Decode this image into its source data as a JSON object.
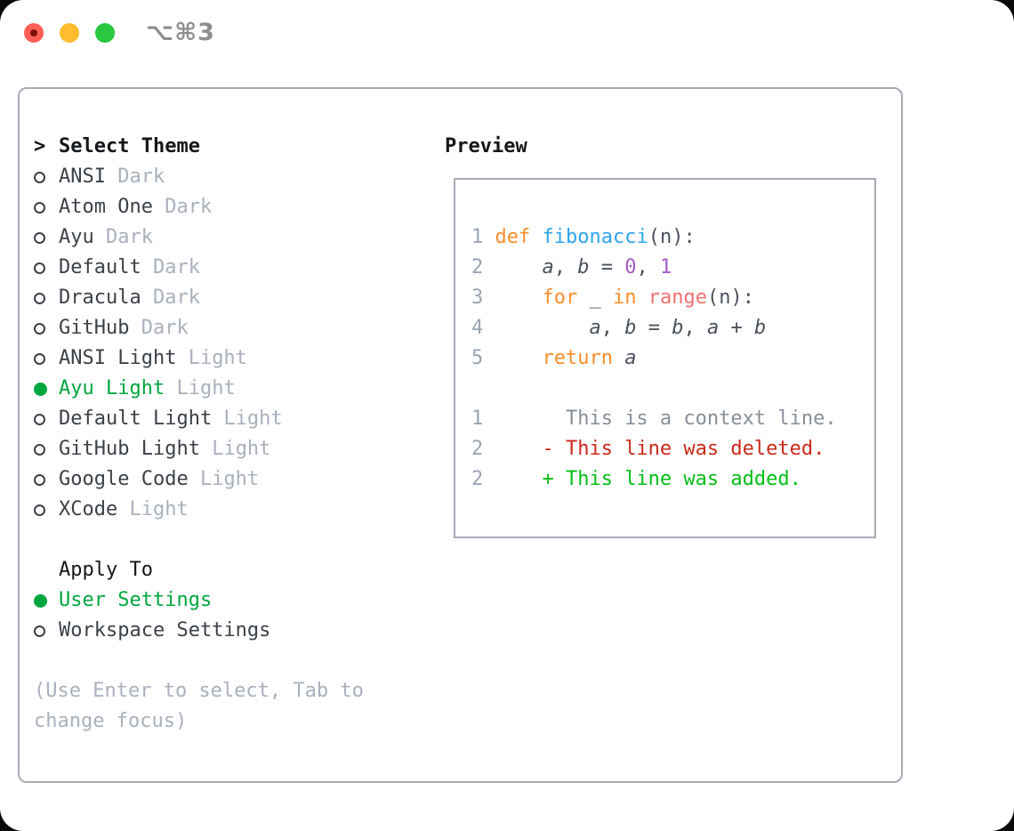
{
  "window": {
    "title_shortcut": "⌥⌘3",
    "traffic_lights": [
      {
        "name": "close",
        "color": "#ff5f57",
        "dot_color": "#7d100a"
      },
      {
        "name": "minimize",
        "color": "#febc2e",
        "dot_color": ""
      },
      {
        "name": "zoom",
        "color": "#28c840",
        "dot_color": ""
      }
    ]
  },
  "theme_panel": {
    "header": {
      "cursor": ">",
      "title": "Select Theme"
    },
    "themes": [
      {
        "name": "ANSI",
        "variant": "Dark",
        "selected": false
      },
      {
        "name": "Atom One",
        "variant": "Dark",
        "selected": false
      },
      {
        "name": "Ayu",
        "variant": "Dark",
        "selected": false
      },
      {
        "name": "Default",
        "variant": "Dark",
        "selected": false
      },
      {
        "name": "Dracula",
        "variant": "Dark",
        "selected": false
      },
      {
        "name": "GitHub",
        "variant": "Dark",
        "selected": false
      },
      {
        "name": "ANSI Light",
        "variant": "Light",
        "selected": false
      },
      {
        "name": "Ayu Light",
        "variant": "Light",
        "selected": true
      },
      {
        "name": "Default Light",
        "variant": "Light",
        "selected": false
      },
      {
        "name": "GitHub Light",
        "variant": "Light",
        "selected": false
      },
      {
        "name": "Google Code",
        "variant": "Light",
        "selected": false
      },
      {
        "name": "XCode",
        "variant": "Light",
        "selected": false
      }
    ],
    "apply_to": {
      "title": "Apply To",
      "options": [
        {
          "name": "User Settings",
          "selected": true
        },
        {
          "name": "Workspace Settings",
          "selected": false
        }
      ]
    },
    "hint_lines": [
      "(Use Enter to select, Tab to",
      "change focus)"
    ]
  },
  "preview": {
    "title": "Preview",
    "code_lines": [
      [
        [
          "num",
          "1 "
        ],
        [
          "kw",
          "def "
        ],
        [
          "fn",
          "fibonacci"
        ],
        [
          "pln",
          "(n):"
        ]
      ],
      [
        [
          "num",
          "2 "
        ],
        [
          "pln",
          "    "
        ],
        [
          "var",
          "a"
        ],
        [
          "pln",
          ", "
        ],
        [
          "var",
          "b"
        ],
        [
          "pln",
          " = "
        ],
        [
          "lit",
          "0"
        ],
        [
          "pln",
          ", "
        ],
        [
          "lit",
          "1"
        ]
      ],
      [
        [
          "num",
          "3 "
        ],
        [
          "pln",
          "    "
        ],
        [
          "kw",
          "for"
        ],
        [
          "pln",
          " _ "
        ],
        [
          "kw",
          "in"
        ],
        [
          "pln",
          " "
        ],
        [
          "call",
          "range"
        ],
        [
          "pln",
          "(n):"
        ]
      ],
      [
        [
          "num",
          "4 "
        ],
        [
          "pln",
          "        "
        ],
        [
          "var",
          "a"
        ],
        [
          "pln",
          ", "
        ],
        [
          "var",
          "b"
        ],
        [
          "pln",
          " = "
        ],
        [
          "var",
          "b"
        ],
        [
          "pln",
          ", "
        ],
        [
          "var",
          "a"
        ],
        [
          "pln",
          " + "
        ],
        [
          "var",
          "b"
        ]
      ],
      [
        [
          "num",
          "5 "
        ],
        [
          "pln",
          "    "
        ],
        [
          "kw",
          "return"
        ],
        [
          "pln",
          " "
        ],
        [
          "var",
          "a"
        ]
      ],
      [],
      [
        [
          "num",
          "1"
        ],
        [
          "ctx",
          "       This is a context line."
        ]
      ],
      [
        [
          "num",
          "2"
        ],
        [
          "del",
          "     - This line was deleted."
        ]
      ],
      [
        [
          "num",
          "2"
        ],
        [
          "add",
          "     + This line was added."
        ]
      ]
    ]
  },
  "colors": {
    "accent_green": "#00a63f",
    "list_text": "#3b4148",
    "header_text": "#14171a",
    "muted": "#a9b1bc",
    "panel_border": "#a5acb6",
    "titlebar_text": "#8e8e8e",
    "token": {
      "num": "#9aa4b2",
      "kw": "#f98d2b",
      "fn": "#2ea4ec",
      "pln": "#4a525c",
      "var": "#4a525c",
      "lit": "#a55ccb",
      "call": "#f27171",
      "ctx": "#878f98",
      "del": "#c9291a",
      "add": "#04be17"
    }
  }
}
